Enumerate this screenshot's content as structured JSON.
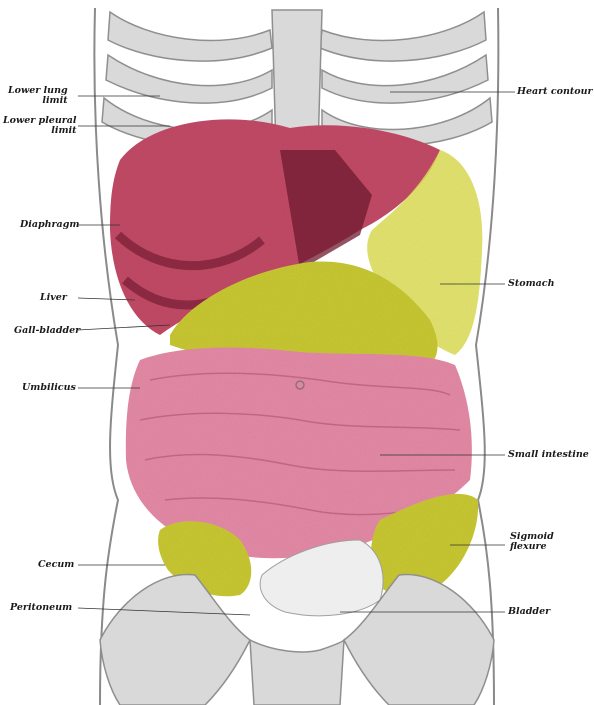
{
  "labels": {
    "lower_lung_limit": "Lower lung\nlimit",
    "lower_pleural_limit": "Lower pleural\nlimit",
    "diaphragm": "Diaphragm",
    "liver": "Liver",
    "gall_bladder": "Gall-bladder",
    "umbilicus": "Umbilicus",
    "cecum": "Cecum",
    "peritoneum": "Peritoneum",
    "heart_contour": "Heart contour",
    "stomach": "Stomach",
    "small_intestine": "Small intestine",
    "sigmoid_flexure": "Sigmoid\nflexure",
    "bladder": "Bladder"
  },
  "colors": {
    "bone": "#d6d6d6",
    "bone_edge": "#8a8a8a",
    "liver": "#c24a66",
    "liver_dark": "#7a1f36",
    "stomach": "#dede55",
    "colon": "#c8c832",
    "intestine": "#e48aa6",
    "bladder": "#eeeeee",
    "line": "#333333"
  }
}
